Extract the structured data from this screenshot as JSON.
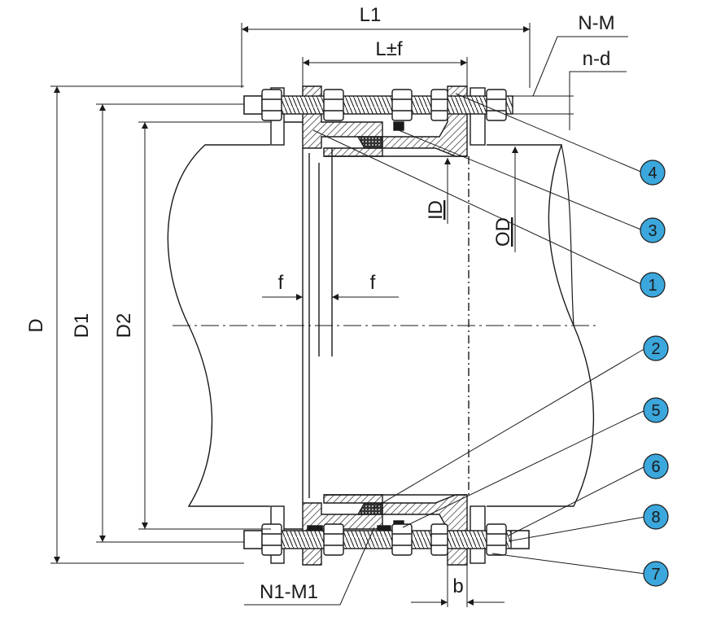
{
  "labels": {
    "L1": "L1",
    "Lf": "L±f",
    "NM": "N-M",
    "nd": "n-d",
    "D": "D",
    "D1": "D1",
    "D2": "D2",
    "ID": "ID",
    "OD": "OD",
    "f_left": "f",
    "f_right": "f",
    "b": "b",
    "N1M1": "N1-M1"
  },
  "callouts": [
    "4",
    "3",
    "1",
    "2",
    "5",
    "6",
    "8",
    "7"
  ],
  "colors": {
    "callout_fill": "#3ba7dc",
    "line": "#1a1a1a",
    "background": "#ffffff"
  }
}
